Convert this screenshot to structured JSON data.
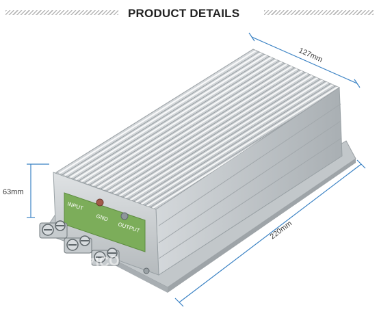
{
  "header": {
    "title": "PRODUCT DETAILS"
  },
  "dimensions": {
    "width_label": "127mm",
    "height_label": "63mm",
    "length_label": "220mm"
  },
  "terminal_labels": {
    "input": "INPUT",
    "gnd": "GND",
    "output": "OUTPUT"
  },
  "watermark": "ZICO",
  "colors": {
    "dimension_line": "#3a82c4",
    "housing": "#c9cdd0",
    "terminal_panel": "#7cad5a"
  }
}
